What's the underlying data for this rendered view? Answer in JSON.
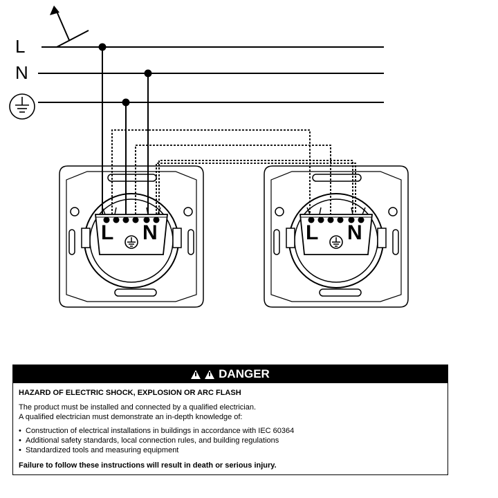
{
  "diagram": {
    "line_labels": {
      "live": "L",
      "neutral": "N"
    },
    "icons": {
      "earth": "earth-ground-icon",
      "switch": "switch-arrow-icon"
    },
    "sockets": [
      {
        "id": "left",
        "terminal_labels": {
          "left": "L",
          "right": "N"
        }
      },
      {
        "id": "right",
        "terminal_labels": {
          "left": "L",
          "right": "N"
        }
      }
    ],
    "colors": {
      "stroke": "#000000",
      "background": "#ffffff"
    }
  },
  "danger": {
    "header": "DANGER",
    "header_icons": [
      "electric-shock-warning-icon",
      "warning-triangle-icon"
    ],
    "hazard_title": "HAZARD OF ELECTRIC SHOCK, EXPLOSION OR ARC FLASH",
    "intro_lines": [
      "The product must be installed and connected by a qualified electrician.",
      "A qualified electrician must demonstrate an in-depth knowledge of:"
    ],
    "requirements": [
      "Construction of electrical installations in buildings in accordance with IEC 60364",
      "Additional safety standards, local connection rules, and building regulations",
      "Standardized tools and measuring equipment"
    ],
    "consequence": "Failure to follow these instructions will result in death or serious injury.",
    "colors": {
      "header_bg": "#000000",
      "header_text": "#ffffff"
    }
  }
}
